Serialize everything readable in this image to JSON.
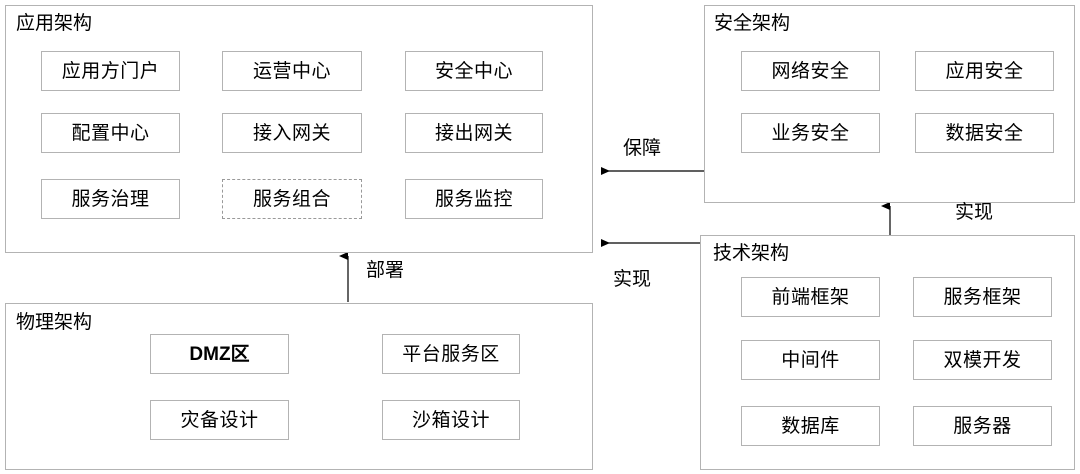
{
  "diagram": {
    "title_style": "enterprise-architecture-overview",
    "colors": {
      "border": "#b3b3b3",
      "dashed_border": "#999999",
      "text": "#000000",
      "background": "#ffffff",
      "connector": "#000000"
    },
    "panels": [
      {
        "id": "application",
        "title": "应用架构",
        "nodes": [
          {
            "label": "应用方门户",
            "style": "solid"
          },
          {
            "label": "运营中心",
            "style": "solid"
          },
          {
            "label": "安全中心",
            "style": "solid"
          },
          {
            "label": "配置中心",
            "style": "solid"
          },
          {
            "label": "接入网关",
            "style": "solid"
          },
          {
            "label": "接出网关",
            "style": "solid"
          },
          {
            "label": "服务治理",
            "style": "solid"
          },
          {
            "label": "服务组合",
            "style": "dashed"
          },
          {
            "label": "服务监控",
            "style": "solid"
          }
        ]
      },
      {
        "id": "security",
        "title": "安全架构",
        "nodes": [
          {
            "label": "网络安全",
            "style": "solid"
          },
          {
            "label": "应用安全",
            "style": "solid"
          },
          {
            "label": "业务安全",
            "style": "solid"
          },
          {
            "label": "数据安全",
            "style": "solid"
          }
        ]
      },
      {
        "id": "physical",
        "title": "物理架构",
        "nodes": [
          {
            "label": "DMZ区",
            "style": "bold"
          },
          {
            "label": "平台服务区",
            "style": "solid"
          },
          {
            "label": "灾备设计",
            "style": "solid"
          },
          {
            "label": "沙箱设计",
            "style": "solid"
          }
        ]
      },
      {
        "id": "technology",
        "title": "技术架构",
        "nodes": [
          {
            "label": "前端框架",
            "style": "solid"
          },
          {
            "label": "服务框架",
            "style": "solid"
          },
          {
            "label": "中间件",
            "style": "solid"
          },
          {
            "label": "双模开发",
            "style": "solid"
          },
          {
            "label": "数据库",
            "style": "solid"
          },
          {
            "label": "服务器",
            "style": "solid"
          }
        ]
      }
    ],
    "connectors": [
      {
        "id": "security-to-application",
        "label": "保障",
        "from": "security",
        "to": "application",
        "direction": "left"
      },
      {
        "id": "technology-to-application",
        "label": "实现",
        "from": "technology",
        "to": "application",
        "direction": "left"
      },
      {
        "id": "technology-to-security",
        "label": "实现",
        "from": "technology",
        "to": "security",
        "direction": "up"
      },
      {
        "id": "physical-to-application",
        "label": "部署",
        "from": "physical",
        "to": "application",
        "direction": "up"
      }
    ]
  }
}
